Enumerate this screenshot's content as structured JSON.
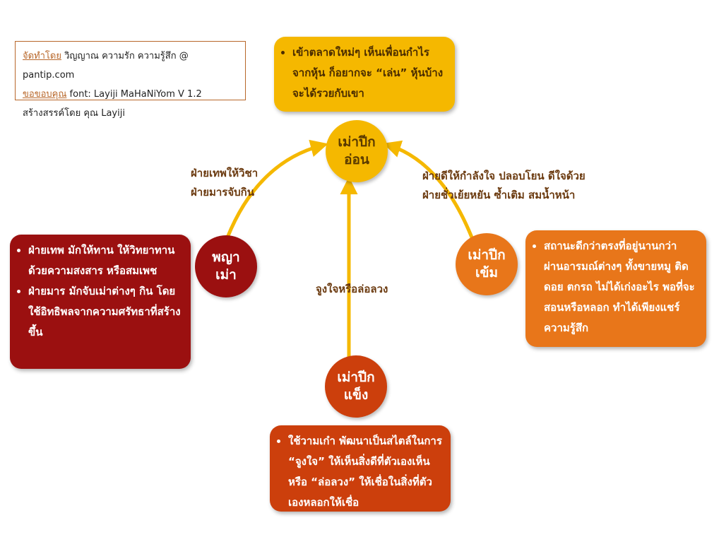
{
  "credits": {
    "made_by_label": "จัดทำโดย",
    "made_by_value": "วิญญาณ ความรัก ความรู้สึก @ pantip.com",
    "thanks_label": "ขอขอบคุณ",
    "thanks_value": "font: Layiji MaHaNiYom V 1.2",
    "created_by": "สร้างสรรค์โดย คุณ Layiji"
  },
  "nodes": {
    "soft": {
      "line1": "เม่าปีก",
      "line2": "อ่อน"
    },
    "king": {
      "line1": "พญา",
      "line2": "เม่า"
    },
    "dark": {
      "line1": "เม่าปีก",
      "line2": "เข้ม"
    },
    "strong": {
      "line1": "เม่าปีก",
      "line2": "แข็ง"
    }
  },
  "boxes": {
    "top": {
      "items": [
        "เข้าตลาดใหม่ๆ เห็นเพื่อนกำไรจากหุ้น ก็อยากจะ “เล่น” หุ้นบ้าง จะได้รวยกับเขา"
      ]
    },
    "left": {
      "items": [
        "ฝ่ายเทพ มักให้ทาน ให้วิทยาทาน ด้วยความสงสาร หรือสมเพช",
        "ฝ่ายมาร มักจับเม่าต่างๆ กิน โดยใช้อิทธิพลจากความศรัทธาที่สร้างขึ้น"
      ]
    },
    "right": {
      "items": [
        "สถานะดีกว่าตรงที่อยู่นานกว่า ผ่านอารมณ์ต่างๆ ทั้งขายหมู ติดดอย ตกรถ ไม่ได้เก่งอะไร พอที่จะสอนหรือหลอก ทำได้เพียงแชร์ความรู้สึก"
      ]
    },
    "bottom": {
      "items": [
        "ใช้วามเก๋า พัฒนาเป็นสไตล์ในการ “จูงใจ” ให้เห็นสิ่งดีที่ตัวเองเห็น หรือ “ล่อลวง” ให้เชื่อในสิ่งที่ตัวเองหลอกให้เชื่อ"
      ]
    }
  },
  "edges": {
    "left_line1": "ฝ่ายเทพให้วิชา",
    "left_line2": "ฝ่ายมารจับกิน",
    "right_line1": "ฝ่ายดีให้กำลังใจ ปลอบโยน ดีใจด้วย",
    "right_line2": "ฝ่ายชั่วเย้ยหยัน ซ้ำเติม สมน้ำหน้า",
    "center": "จูงใจหรือล่อลวง"
  },
  "colors": {
    "yellow": "#F5B800",
    "maroon": "#9B1010",
    "orange": "#E8761A",
    "red_orange": "#CC3F0C",
    "arrow": "#F5B800"
  }
}
